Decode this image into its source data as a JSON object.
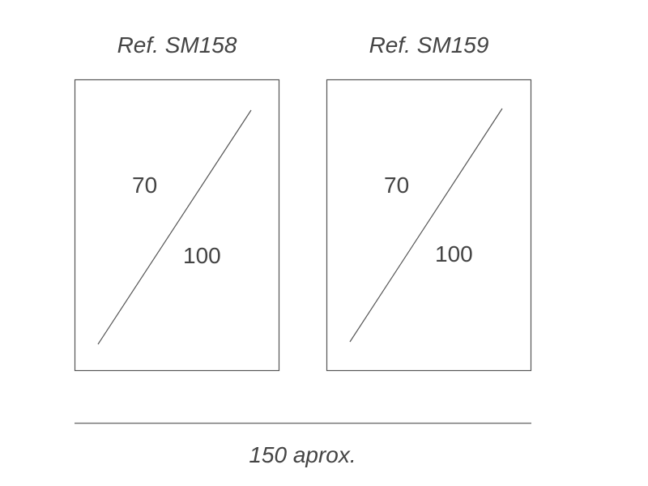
{
  "panels": [
    {
      "ref": "Ref. SM158",
      "width_label": "70",
      "height_label": "100"
    },
    {
      "ref": "Ref. SM159",
      "width_label": "70",
      "height_label": "100"
    }
  ],
  "total_width_label": "150 aprox.",
  "colors": {
    "stroke": "#555555",
    "text": "#444444"
  }
}
